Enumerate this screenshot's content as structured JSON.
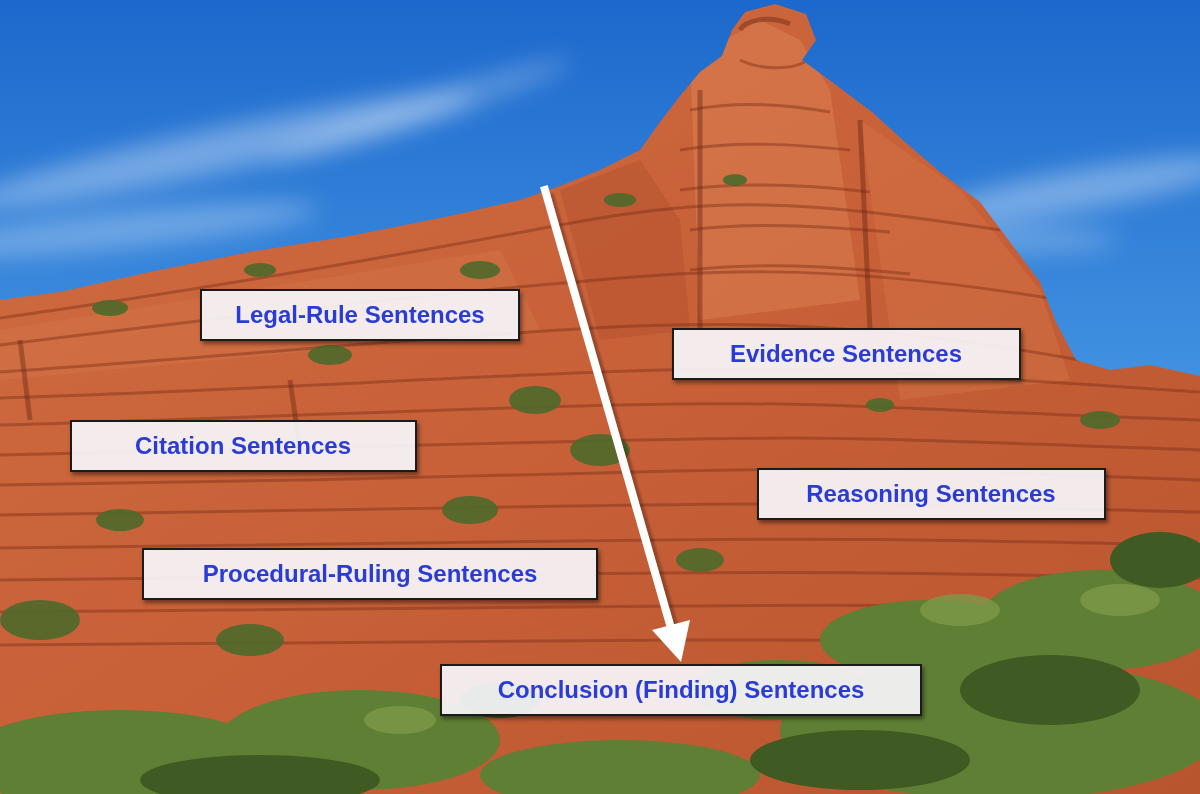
{
  "diagram": {
    "nodes": [
      {
        "text": [
          "Legal-Rule Sentences"
        ]
      },
      {
        "text": [
          "Evidence Sentences"
        ]
      },
      {
        "text": [
          "Citation Sentences"
        ]
      },
      {
        "text": [
          "Reasoning Sentences"
        ]
      },
      {
        "text": [
          "Procedural-Ruling Sentences"
        ]
      },
      {
        "text": [
          "Conclusion (Finding) Sentences"
        ]
      }
    ]
  }
}
